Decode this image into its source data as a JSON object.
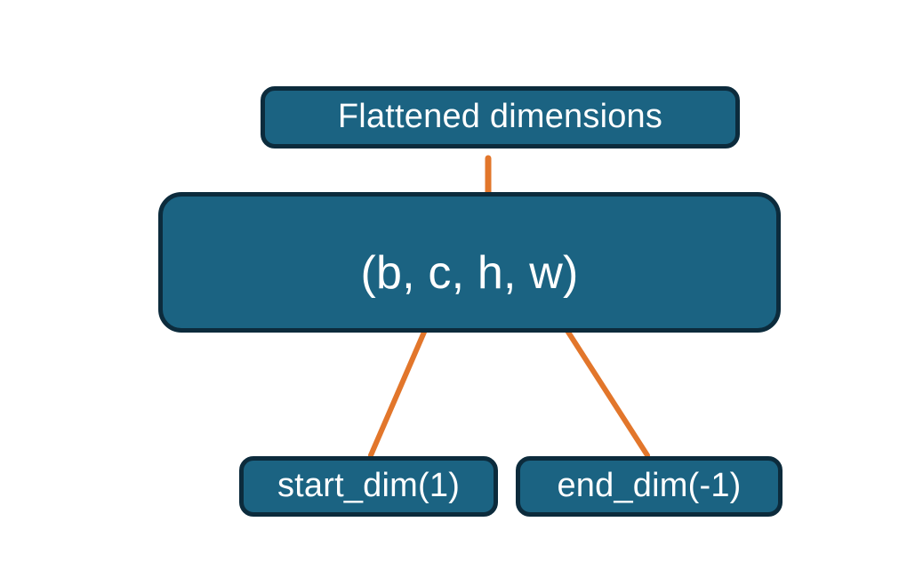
{
  "diagram": {
    "title": "PyTorch flatten start_dim and end_dim illustration",
    "background_color": "#ffffff",
    "node_fill_color": "#1b6382",
    "node_border_color": "#0c2b3c",
    "node_text_color": "#ffffff",
    "connector_color": "#e2762b",
    "nodes": {
      "flattened": {
        "label": "Flattened dimensions"
      },
      "shape": {
        "label": "(b, c, h, w)"
      },
      "start_dim": {
        "label": "start_dim(1)"
      },
      "end_dim": {
        "label": "end_dim(-1)"
      }
    },
    "connectors": {
      "brace": {
        "name": "curly-brace-spanning-c-h-w",
        "points_to": "Flattened dimensions"
      },
      "arrow_start_dim": {
        "name": "arrow-start-dim-to-shape",
        "from": "start_dim(1)",
        "to": "(b, c, h, w)"
      },
      "arrow_end_dim": {
        "name": "arrow-end-dim-to-shape",
        "from": "end_dim(-1)",
        "to": "(b, c, h, w)"
      }
    }
  }
}
